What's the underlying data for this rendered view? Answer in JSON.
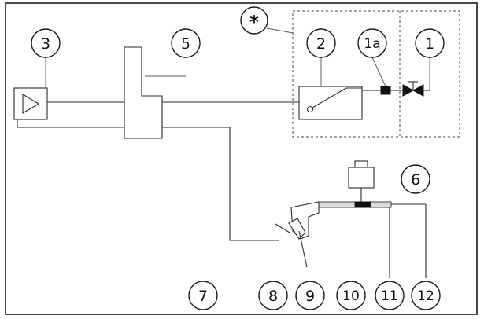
{
  "callouts": {
    "c1": "1",
    "c1a": "1a",
    "c2": "2",
    "c3": "3",
    "c5": "5",
    "c6": "6",
    "c7": "7",
    "c8": "8",
    "c9": "9",
    "c10": "10",
    "c11": "11",
    "c12": "12",
    "star": "*"
  }
}
